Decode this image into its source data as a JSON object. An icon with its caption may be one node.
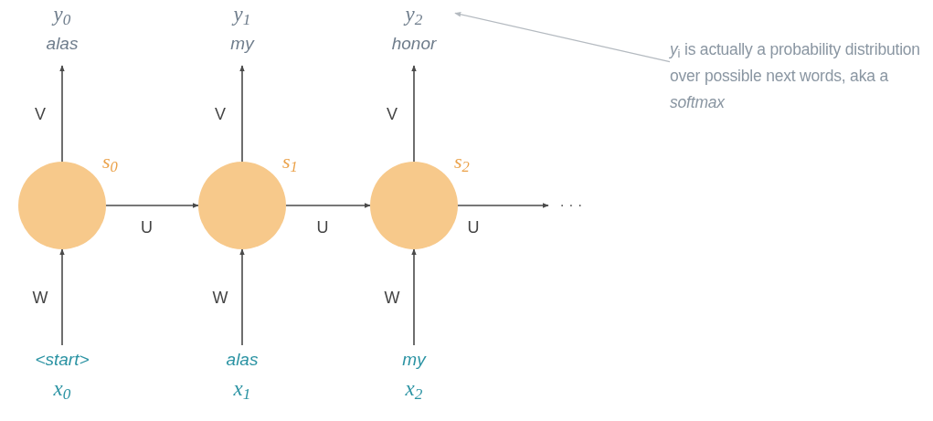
{
  "diagram": {
    "nodes": [
      {
        "text": [
          "y$_{0}$",
          "alas"
        ]
      },
      {
        "text": [
          "y$_{1}$",
          "my"
        ]
      },
      {
        "text": [
          "y$_{2}$",
          "honor"
        ]
      },
      {
        "text": [
          "*y*$_{i}$ is actually a probability distribution over possible next words, aka a *softmax*"
        ]
      },
      {
        "text": [],
        "shape": "circle",
        "beside": [
          "s$_{0}$"
        ]
      },
      {
        "text": [],
        "shape": "circle",
        "beside": [
          "s$_{1}$"
        ]
      },
      {
        "text": [],
        "shape": "circle",
        "beside": [
          "s$_{2}$"
        ]
      },
      {
        "text": [
          "· · ·"
        ]
      },
      {
        "text": [
          "<start>",
          "x$_{0}$"
        ]
      },
      {
        "text": [
          "alas",
          "x$_{1}$"
        ]
      },
      {
        "text": [
          "my",
          "x$_{2}$"
        ]
      }
    ],
    "edges": [
      {
        "from": 4,
        "to": 0,
        "arrow": "to",
        "label": "V"
      },
      {
        "from": 5,
        "to": 1,
        "arrow": "to",
        "label": "V"
      },
      {
        "from": 6,
        "to": 2,
        "arrow": "to",
        "label": "V"
      },
      {
        "from": 3,
        "to": 2,
        "arrow": "to",
        "color": "#b4bac0"
      },
      {
        "from": 4,
        "to": 5,
        "arrow": "to",
        "label": "U"
      },
      {
        "from": 5,
        "to": 6,
        "arrow": "to",
        "label": "U"
      },
      {
        "from": 6,
        "to": 7,
        "arrow": "to",
        "label": "U"
      },
      {
        "from": 8,
        "to": 4,
        "arrow": "to",
        "label": "W"
      },
      {
        "from": 9,
        "to": 5,
        "arrow": "to",
        "label": "W"
      },
      {
        "from": 10,
        "to": 6,
        "arrow": "to",
        "label": "W"
      }
    ]
  }
}
